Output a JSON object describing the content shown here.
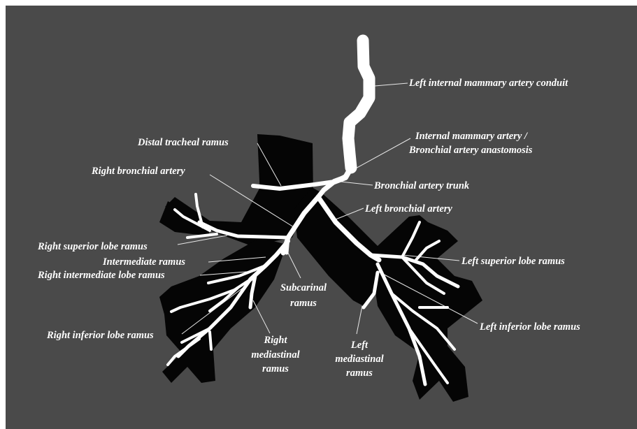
{
  "colors": {
    "background": "#4a4a4a",
    "airway": "#050505",
    "artery": "#ffffff",
    "label": "#ffffff",
    "leader": "#e8e8e8"
  },
  "labels": {
    "lima_conduit": "Left internal mammary artery conduit",
    "ima_ba_anastomosis_1": "Internal mammary artery /",
    "ima_ba_anastomosis_2": "Bronchial artery anastomosis",
    "distal_tracheal": "Distal tracheal ramus",
    "right_bronchial": "Right bronchial artery",
    "bronchial_trunk": "Bronchial artery trunk",
    "left_bronchial": "Left bronchial artery",
    "right_superior_lobe": "Right superior lobe ramus",
    "intermediate": "Intermediate ramus",
    "right_intermediate_lobe": "Right intermediate lobe ramus",
    "left_superior_lobe": "Left superior lobe ramus",
    "subcarinal_1": "Subcarinal",
    "subcarinal_2": "ramus",
    "left_inferior_lobe": "Left inferior lobe ramus",
    "right_inferior_lobe": "Right inferior lobe ramus",
    "right_mediastinal_1": "Right",
    "right_mediastinal_2": "mediastinal",
    "right_mediastinal_3": "ramus",
    "left_mediastinal_1": "Left",
    "left_mediastinal_2": "mediastinal",
    "left_mediastinal_3": "ramus"
  }
}
